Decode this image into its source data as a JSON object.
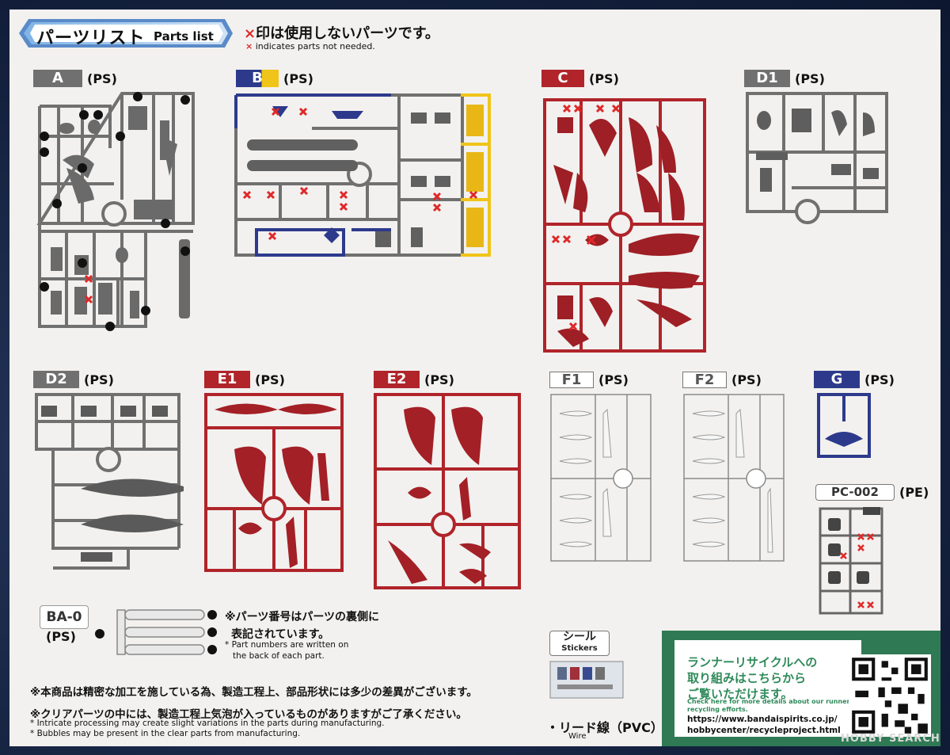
{
  "header": {
    "title_jp": "パーツリスト",
    "title_en": "Parts list",
    "note_mark": "×",
    "note_jp": "印は使用しないパーツです。",
    "note_en": "indicates parts not needed."
  },
  "colors": {
    "gray": "#707070",
    "navy": "#2d3a8c",
    "yellow": "#f0c419",
    "red": "#b0242a",
    "outline": "#8a8a8a",
    "cross": "#e02828",
    "recycle_green": "#2f7a54"
  },
  "runners": [
    {
      "id": "A",
      "type": "(PS)"
    },
    {
      "id": "B",
      "type": "(PS)"
    },
    {
      "id": "C",
      "type": "(PS)"
    },
    {
      "id": "D1",
      "type": "(PS)"
    },
    {
      "id": "D2",
      "type": "(PS)"
    },
    {
      "id": "E1",
      "type": "(PS)"
    },
    {
      "id": "E2",
      "type": "(PS)"
    },
    {
      "id": "F1",
      "type": "(PS)"
    },
    {
      "id": "F2",
      "type": "(PS)"
    },
    {
      "id": "G",
      "type": "(PS)"
    },
    {
      "id": "PC-002",
      "type": "(PE)"
    },
    {
      "id": "BA-0",
      "type": "(PS)"
    }
  ],
  "part_note": {
    "jp_line1": "※パーツ番号はパーツの裏側に",
    "jp_line2": "表記されています。",
    "en_line1": "* Part numbers are written on",
    "en_line2": "the back of each part."
  },
  "stickers": {
    "label_jp": "シール",
    "label_en": "Stickers"
  },
  "wire": {
    "label_jp": "・リード線（PVC）",
    "label_en": "Wire"
  },
  "disclaimers": {
    "jp1": "※本商品は精密な加工を施している為、製造工程上、部品形状には多少の差異がございます。",
    "jp2": "※クリアパーツの中には、製造工程上気泡が入っているものがありますがご了承ください。",
    "en1": "* Intricate processing may create slight variations in the parts during manufacturing.",
    "en2": "* Bubbles may be present in the clear parts from manufacturing."
  },
  "recycle": {
    "jp_line1": "ランナーリサイクルへの",
    "jp_line2": "取り組みはこちらから",
    "jp_line3": "ご覧いただけます。",
    "en_line1": "Check here for more details about our runner",
    "en_line2": "recycling efforts.",
    "url_line1": "https://www.bandaispirits.co.jp/",
    "url_line2": "hobbycenter/recycleproject.html"
  },
  "watermark": "HOBBY SEARCH"
}
